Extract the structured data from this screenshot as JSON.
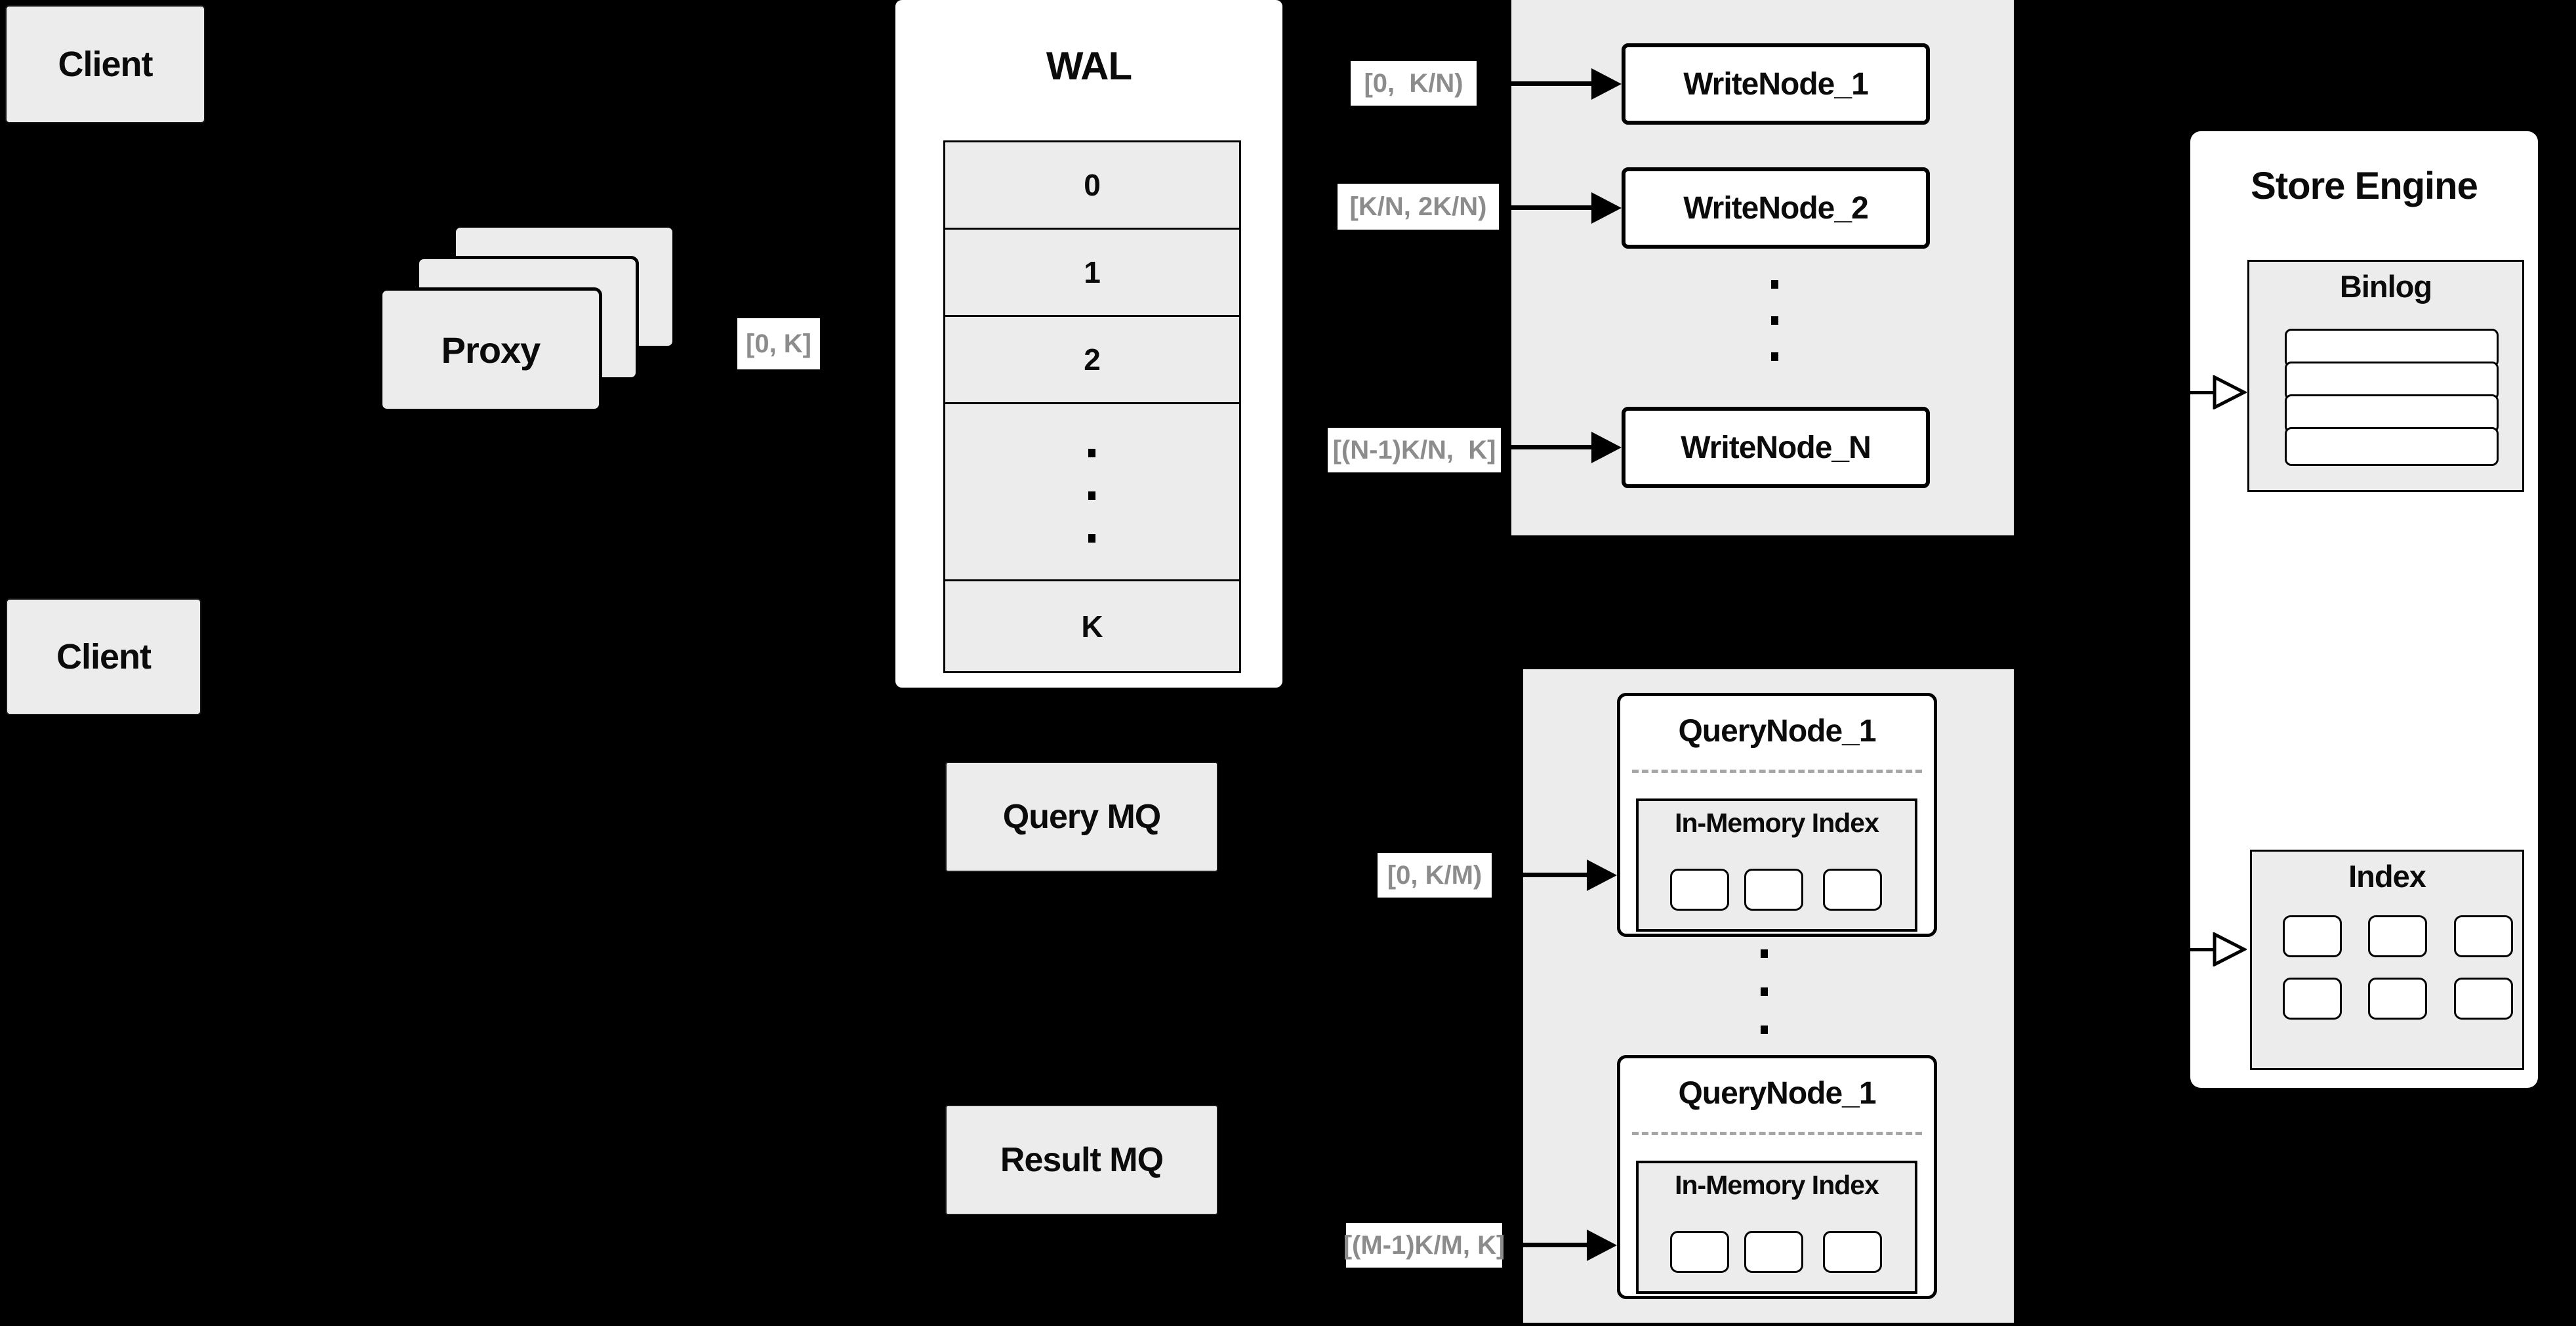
{
  "colors": {
    "background": "#000000",
    "panel_fill": "#ececec",
    "box_fill": "#ffffff",
    "line": "#000000",
    "range_text": "#8c8c8c"
  },
  "clients": {
    "top": "Client",
    "bottom": "Client"
  },
  "proxy": {
    "label": "Proxy",
    "range_label": "[0, K]"
  },
  "wal": {
    "title": "WAL",
    "slots": [
      "0",
      "1",
      "2",
      "K"
    ]
  },
  "write_cluster": {
    "nodes": [
      {
        "label": "WriteNode_1",
        "range": "[0,  K/N)"
      },
      {
        "label": "WriteNode_2",
        "range": "[K/N, 2K/N)"
      },
      {
        "label": "WriteNode_N",
        "range": "[(N-1)K/N,  K]"
      }
    ]
  },
  "query_cluster": {
    "query_mq_label": "Query MQ",
    "result_mq_label": "Result MQ",
    "nodes": [
      {
        "title": "QueryNode_1",
        "memory_title": "In-Memory Index",
        "range": "[0, K/M)"
      },
      {
        "title": "QueryNode_1",
        "memory_title": "In-Memory Index",
        "range": "[(M-1)K/M, K]"
      }
    ]
  },
  "store_engine": {
    "title": "Store Engine",
    "binlog_title": "Binlog",
    "index_title": "Index"
  }
}
